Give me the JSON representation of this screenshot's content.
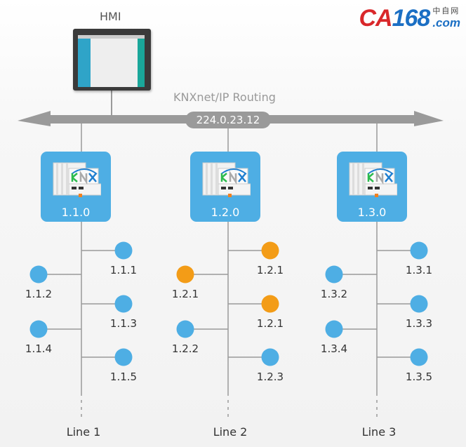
{
  "hmi": {
    "label": "HMI"
  },
  "backbone": {
    "label": "KNXnet/IP Routing",
    "multicast": "224.0.23.12"
  },
  "colors": {
    "device": "#4eaee4",
    "highlight": "#f39c17",
    "bus": "#9a9a9a"
  },
  "lines": [
    {
      "name": "Line 1",
      "coupler": "1.1.0",
      "devices": [
        {
          "addr": "1.1.1",
          "side": "right",
          "highlight": false
        },
        {
          "addr": "1.1.2",
          "side": "left",
          "highlight": false
        },
        {
          "addr": "1.1.3",
          "side": "right",
          "highlight": false
        },
        {
          "addr": "1.1.4",
          "side": "left",
          "highlight": false
        },
        {
          "addr": "1.1.5",
          "side": "right",
          "highlight": false
        }
      ]
    },
    {
      "name": "Line 2",
      "coupler": "1.2.0",
      "devices": [
        {
          "addr": "1.2.1",
          "side": "right",
          "highlight": true
        },
        {
          "addr": "1.2.1",
          "side": "left",
          "highlight": true
        },
        {
          "addr": "1.2.1",
          "side": "right",
          "highlight": true
        },
        {
          "addr": "1.2.2",
          "side": "left",
          "highlight": false
        },
        {
          "addr": "1.2.3",
          "side": "right",
          "highlight": false
        }
      ]
    },
    {
      "name": "Line 3",
      "coupler": "1.3.0",
      "devices": [
        {
          "addr": "1.3.1",
          "side": "right",
          "highlight": false
        },
        {
          "addr": "1.3.2",
          "side": "left",
          "highlight": false
        },
        {
          "addr": "1.3.3",
          "side": "right",
          "highlight": false
        },
        {
          "addr": "1.3.4",
          "side": "left",
          "highlight": false
        },
        {
          "addr": "1.3.5",
          "side": "right",
          "highlight": false
        }
      ]
    }
  ],
  "watermark": {
    "brand": "CA168",
    "cn": "中自网",
    "domain": ".com"
  }
}
